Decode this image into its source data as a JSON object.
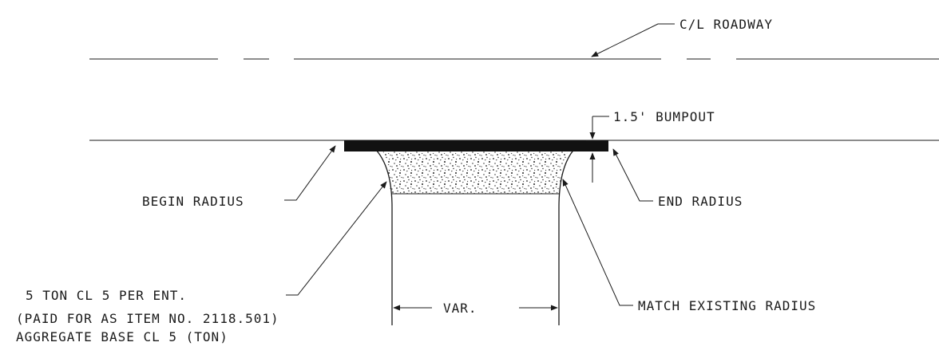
{
  "labels": {
    "centerline": "C/L ROADWAY",
    "bumpout": "1.5' BUMPOUT",
    "begin_radius": "BEGIN RADIUS",
    "end_radius": "END RADIUS",
    "aggregate_qty": "5 TON CL 5 PER ENT.",
    "paid_item": "(PAID FOR AS ITEM NO. 2118.501)",
    "aggregate_base": "AGGREGATE BASE CL 5 (TON)",
    "match_radius": "MATCH EXISTING RADIUS",
    "variable_width": "VAR."
  },
  "colors": {
    "ink": "#1a1a1a",
    "paper": "#ffffff"
  }
}
